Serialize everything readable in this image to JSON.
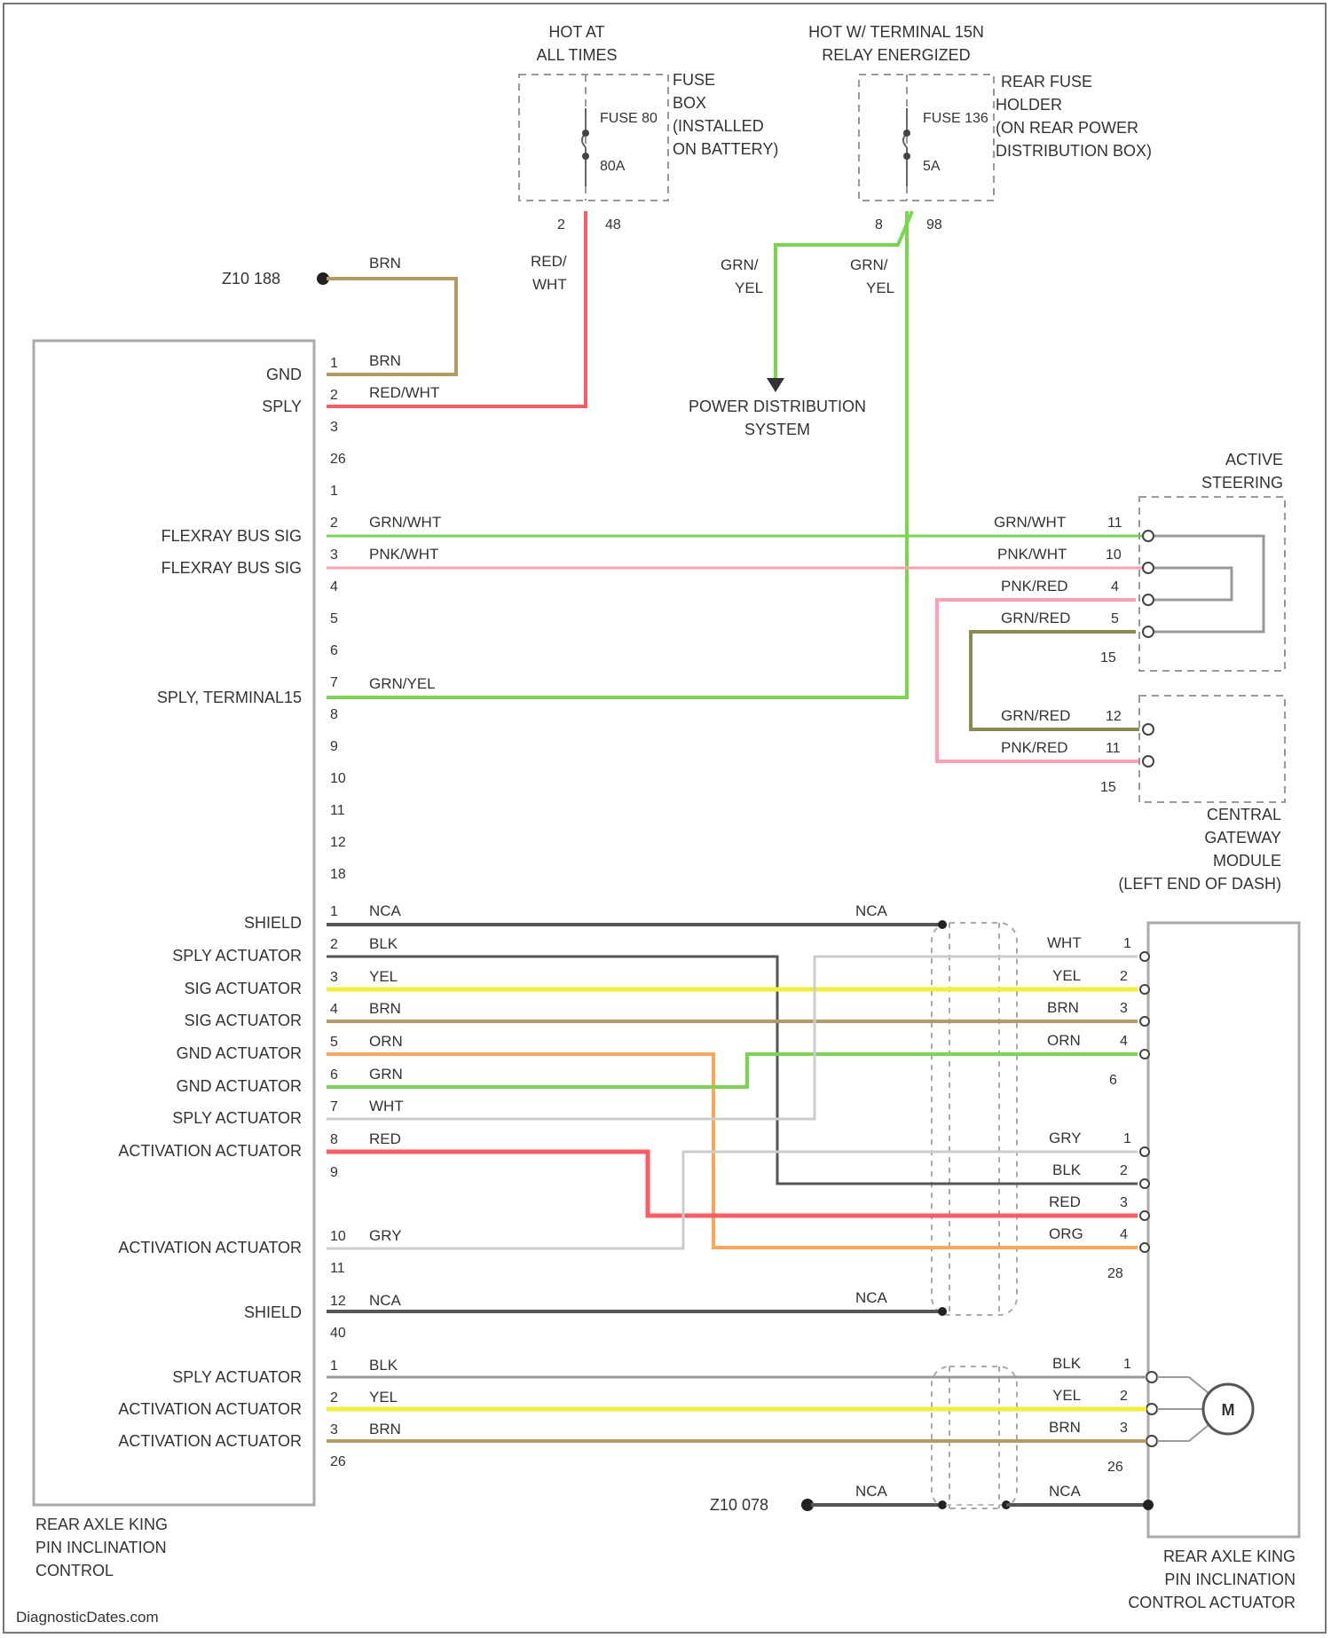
{
  "power": {
    "hot_at_all_times": [
      "HOT AT",
      "ALL TIMES"
    ],
    "fuse_box_labels": [
      "FUSE",
      "BOX",
      "(INSTALLED",
      "ON BATTERY)"
    ],
    "fuse1_name": "FUSE 80",
    "fuse1_rating": "80A",
    "fuse1_pins": [
      "2",
      "48"
    ],
    "hot_w_terminal": [
      "HOT W/ TERMINAL 15N",
      "RELAY ENERGIZED"
    ],
    "rear_fuse_labels": [
      "REAR FUSE",
      "HOLDER",
      "(ON REAR POWER",
      "DISTRIBUTION BOX)"
    ],
    "fuse2_name": "FUSE 136",
    "fuse2_rating": "5A",
    "fuse2_pins": [
      "8",
      "98"
    ]
  },
  "ground_top": "Z10 188",
  "ground_bottom": "Z10 078",
  "power_dist": [
    "POWER DISTRIBUTION",
    "SYSTEM"
  ],
  "wire_colors": {
    "red_wht": [
      "RED/",
      "WHT"
    ],
    "grn_yel": [
      "GRN/",
      "YEL"
    ],
    "brn": "BRN"
  },
  "left_module": {
    "caption": [
      "REAR AXLE KING",
      "PIN INCLINATION",
      "CONTROL"
    ],
    "signals": {
      "gnd": "GND",
      "sply": "SPLY",
      "flexray_p": "FLEXRAY BUS SIG",
      "flexray_m": "FLEXRAY BUS SIG",
      "sply_t15": "SPLY, TERMINAL15",
      "shield": "SHIELD",
      "sply_act": "SPLY ACTUATOR",
      "sig_act": "SIG ACTUATOR",
      "gnd_act": "GND ACTUATOR",
      "activation_act": "ACTIVATION ACTUATOR"
    }
  },
  "right_modules": {
    "active_steering": [
      "ACTIVE",
      "STEERING"
    ],
    "central_gateway": [
      "CENTRAL",
      "GATEWAY",
      "MODULE",
      "(LEFT END OF DASH)"
    ],
    "actuator": [
      "REAR AXLE KING",
      "PIN INCLINATION",
      "CONTROL ACTUATOR"
    ],
    "motor": "M"
  },
  "wire_codes": {
    "brn": "BRN",
    "red_wht": "RED/WHT",
    "grn_wht": "GRN/WHT",
    "pnk_wht": "PNK/WHT",
    "grn_yel": "GRN/YEL",
    "nca": "NCA",
    "blk": "BLK",
    "yel": "YEL",
    "orn": "ORN",
    "grn": "GRN",
    "wht": "WHT",
    "red": "RED",
    "gry": "GRY",
    "pnk_red": "PNK/RED",
    "grn_red": "GRN/RED",
    "org": "ORG"
  },
  "pin_nums": [
    "1",
    "2",
    "3",
    "4",
    "5",
    "6",
    "7",
    "8",
    "9",
    "10",
    "11",
    "12",
    "18",
    "26",
    "40",
    "11",
    "10",
    "15",
    "28",
    "6",
    "1",
    "2"
  ],
  "watermark": "DiagnosticDates.com",
  "colors": {
    "red": "#ff5a63",
    "green": "#79d64f",
    "pink": "#ff9fb0",
    "yellow": "#f3ef35",
    "brown": "#b69a5f",
    "orange": "#ffa55a",
    "gray": "#bcbcbc",
    "dark": "#555555",
    "olive": "#8a8a50"
  }
}
